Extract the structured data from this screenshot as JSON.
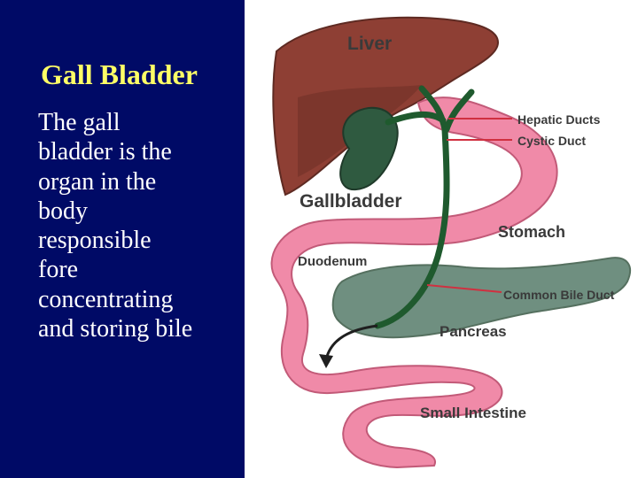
{
  "slide": {
    "title": "Gall Bladder",
    "body_lines": [
      "The gall",
      "bladder is the",
      "organ in the",
      "body",
      "responsible",
      "fore",
      "concentrating",
      "and storing bile"
    ]
  },
  "diagram": {
    "labels": {
      "liver": "Liver",
      "hepatic_ducts": "Hepatic Ducts",
      "cystic_duct": "Cystic Duct",
      "gallbladder": "Gallbladder",
      "stomach": "Stomach",
      "duodenum": "Duodenum",
      "common_bile_duct": "Common Bile Duct",
      "pancreas": "Pancreas",
      "small_intestine": "Small Intestine"
    }
  },
  "colors": {
    "panel_background": "#000a66",
    "title": "#ffff66",
    "body_text": "#ffffff",
    "liver": "#8e3f34",
    "intestine": "#f08aa8",
    "pancreas": "#6f8f80",
    "ducts": "#1f5a2e",
    "label_lines": "#d03040"
  }
}
